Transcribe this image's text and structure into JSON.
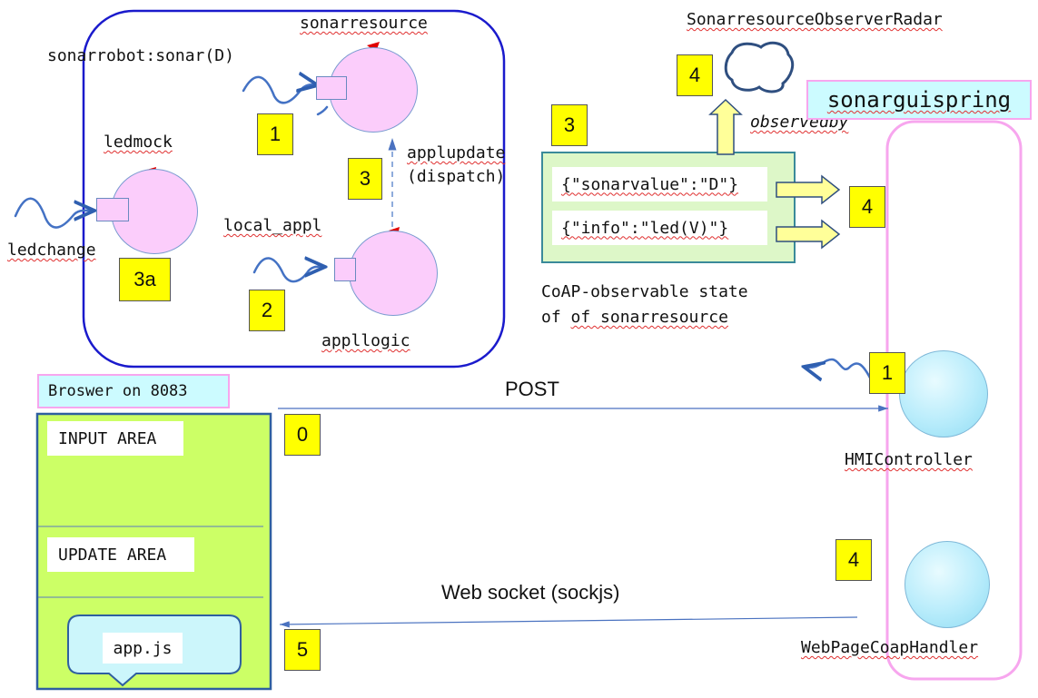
{
  "sonarrobot": {
    "title": "sonarrobot:sonar(D)",
    "sonarresource": "sonarresource",
    "ledmock": "ledmock",
    "ledchange": "ledchange",
    "local_appl": "local_appl",
    "applupdate_line1": "applupdate",
    "applupdate_line2": "(dispatch)",
    "appllogic": "appllogic"
  },
  "observer": {
    "radar_label": "SonarresourceObserverRadar",
    "observedby": "observedby"
  },
  "coap_state": {
    "sonarvalue": "{\"sonarvalue\":\"D\"}",
    "info": "{\"info\":\"led(V)\"}",
    "caption_line1": "CoAP-observable state",
    "caption_line2": "of sonarresource"
  },
  "sonarguispring": {
    "title": "sonarguispring",
    "hmi": "HMIController",
    "webpage": "WebPageCoapHandler"
  },
  "browser": {
    "title": "Broswer on 8083",
    "input_area": "INPUT AREA",
    "update_area": "UPDATE AREA",
    "appjs": "app.js"
  },
  "arrows": {
    "post": "POST",
    "websocket": "Web socket (sockjs)"
  },
  "badges": {
    "b1_robot": "1",
    "b2_robot": "2",
    "b3_robot": "3",
    "b3a_robot": "3a",
    "b3_coap": "3",
    "b4_radar": "4",
    "b4_coap": "4",
    "b0": "0",
    "b5": "5",
    "b1_hmi": "1",
    "b4_gui": "4"
  },
  "colors": {
    "frame_blue": "#1a1acc",
    "badge_yellow": "#ffff00",
    "actor_pink": "#fbcdfb",
    "actor_cyan": "#b8ecfb",
    "browser_green": "#ccff66",
    "coap_green": "#ddf7c8",
    "gui_pink": "#f7a6ee",
    "arrow_yellow": "#ffff99"
  },
  "icons": {
    "squiggle": "wavy-input-icon",
    "cloud": "cloud-icon",
    "marker": "red-triangle-marker-icon"
  }
}
